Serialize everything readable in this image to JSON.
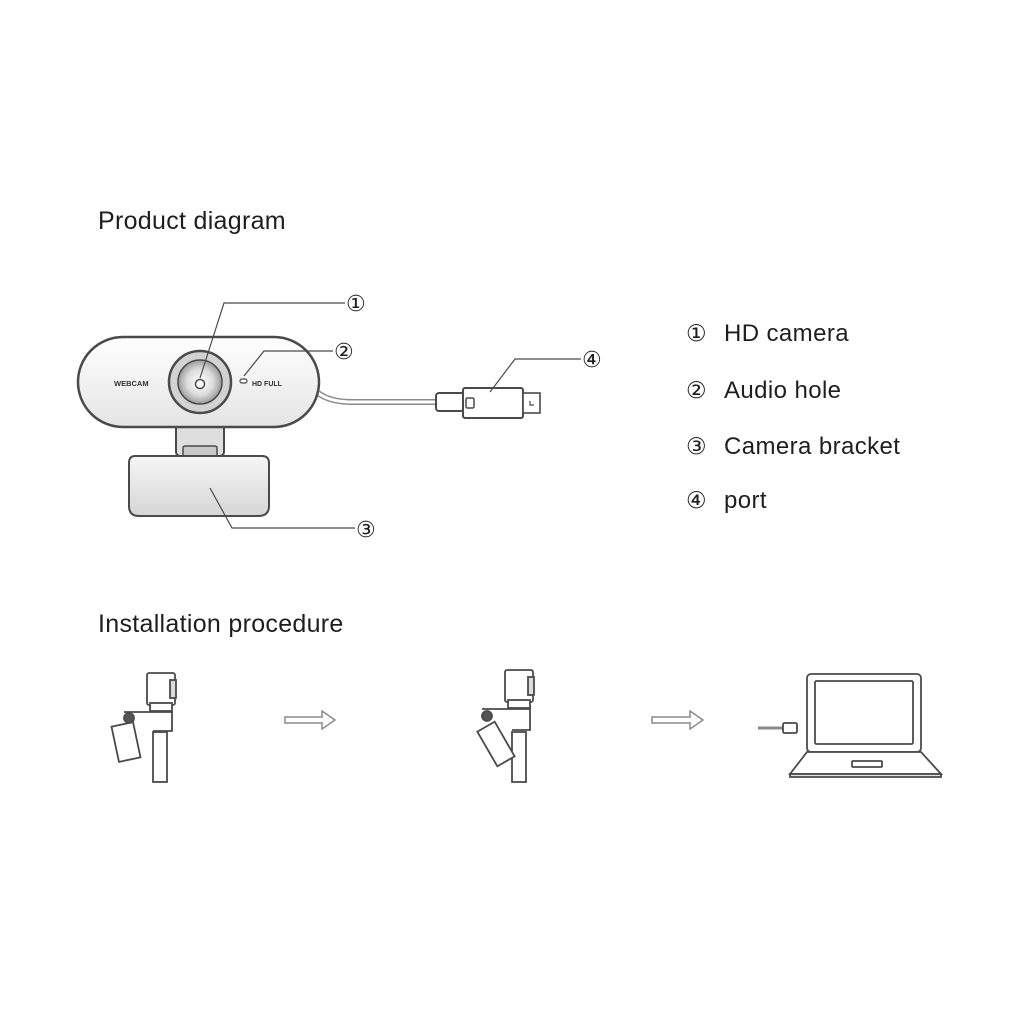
{
  "sections": {
    "product_title": "Product diagram",
    "installation_title": "Installation procedure"
  },
  "webcam": {
    "front_label": "WEBCAM",
    "badge_label": "HD FULL"
  },
  "callouts": [
    {
      "num": "①"
    },
    {
      "num": "②"
    },
    {
      "num": "③"
    },
    {
      "num": "④"
    }
  ],
  "legend": [
    {
      "num": "①",
      "label": "HD camera"
    },
    {
      "num": "②",
      "label": "Audio hole"
    },
    {
      "num": "③",
      "label": "Camera bracket"
    },
    {
      "num": "④",
      "label": "port"
    }
  ],
  "colors": {
    "line": "#4a4a4a",
    "light_line": "#8a8a8a",
    "text": "#1e1e1e"
  }
}
